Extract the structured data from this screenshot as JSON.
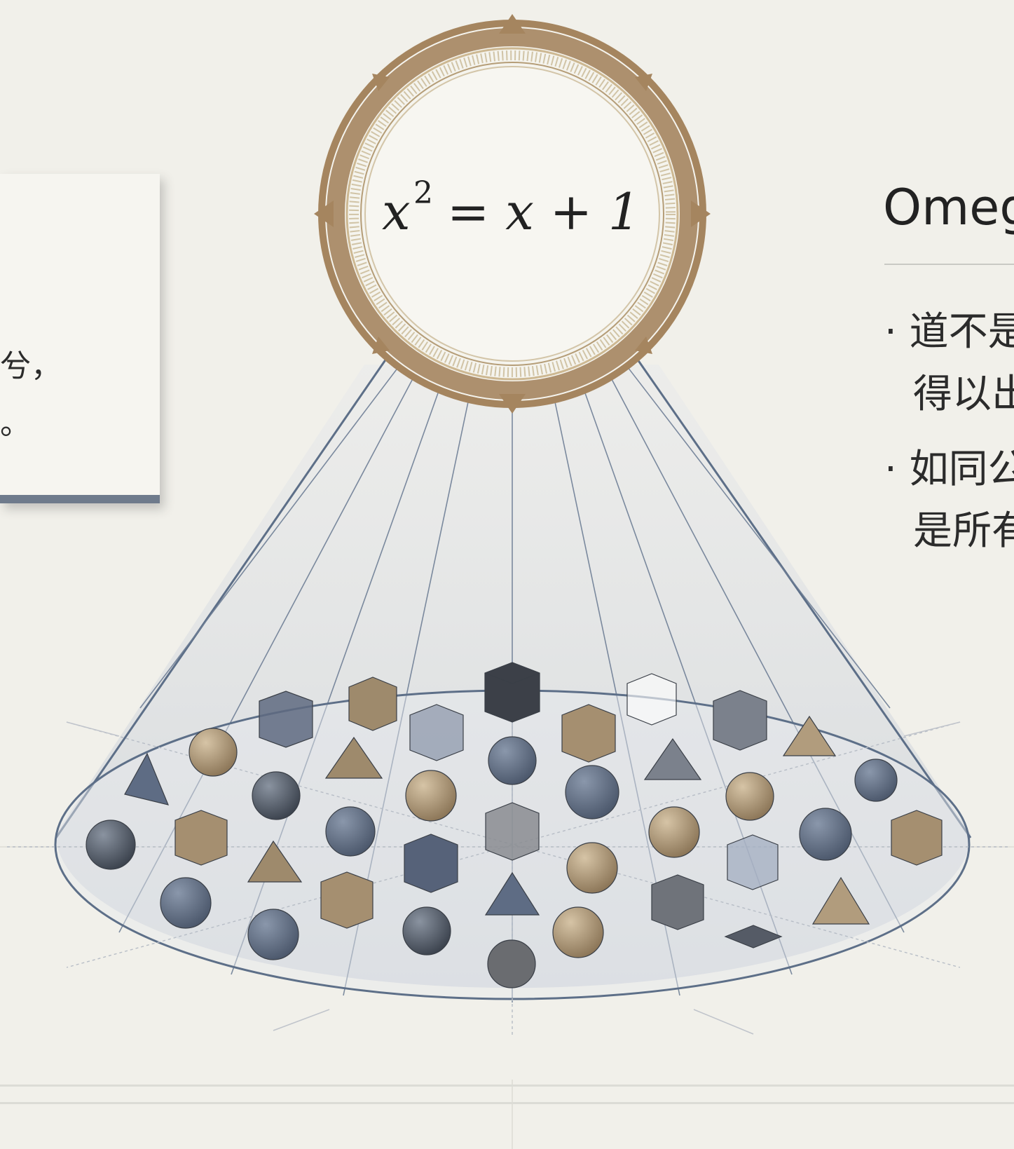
{
  "formula": {
    "base": "x",
    "exponent": "2",
    "rhs": "= x + 1"
  },
  "left_card": {
    "line1": "兮，",
    "line2": "。"
  },
  "right_panel": {
    "title": "Omeg",
    "bullets": [
      {
        "marker": "·",
        "line1": "道不是",
        "line2": "得以出"
      },
      {
        "marker": "·",
        "line1": "如同公",
        "line2": "是所有"
      }
    ]
  },
  "colors": {
    "background": "#f1f0ea",
    "ring_bronze": "#a5855f",
    "cone_fill": "#cdd3dc",
    "cone_edge": "#5d6f88",
    "slate": "#55606f",
    "dark": "#3c4048",
    "tan": "#a58f70"
  },
  "shapes_legend": [
    "sphere-icon",
    "cube-icon",
    "pyramid-icon",
    "polyhedron-icon"
  ]
}
